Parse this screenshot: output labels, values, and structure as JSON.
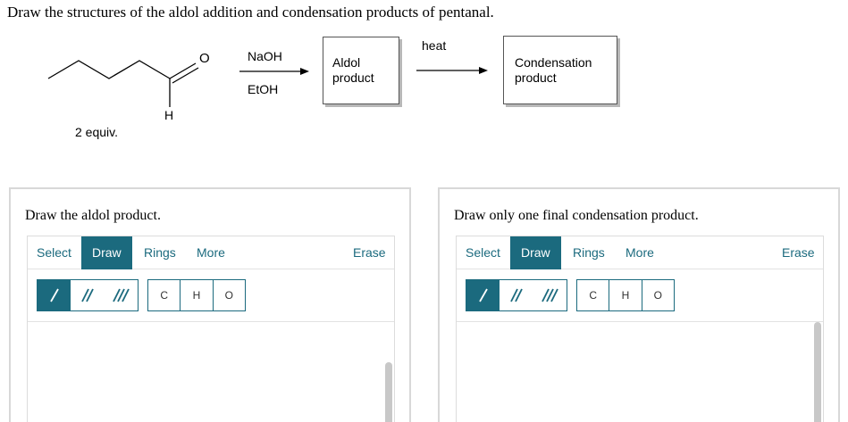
{
  "question": "Draw the structures of the aldol addition and condensation products of pentanal.",
  "scheme": {
    "reactant_labels": {
      "oxygen": "O",
      "hydrogen": "H",
      "equiv": "2 equiv."
    },
    "reagent_top": "NaOH",
    "reagent_bottom": "EtOH",
    "aldol_box": [
      "Aldol",
      "product"
    ],
    "heat": "heat",
    "condensation_box": [
      "Condensation",
      "product"
    ]
  },
  "panels": [
    {
      "title": "Draw the aldol product.",
      "tabs": {
        "select": "Select",
        "draw": "Draw",
        "rings": "Rings",
        "more": "More",
        "erase": "Erase"
      },
      "atoms": [
        "C",
        "H",
        "O"
      ]
    },
    {
      "title": "Draw only one final condensation product.",
      "tabs": {
        "select": "Select",
        "draw": "Draw",
        "rings": "Rings",
        "more": "More",
        "erase": "Erase"
      },
      "atoms": [
        "C",
        "H",
        "O"
      ]
    }
  ],
  "colors": {
    "accent": "#1b6a7e",
    "panel_border": "#d8d8d8"
  }
}
